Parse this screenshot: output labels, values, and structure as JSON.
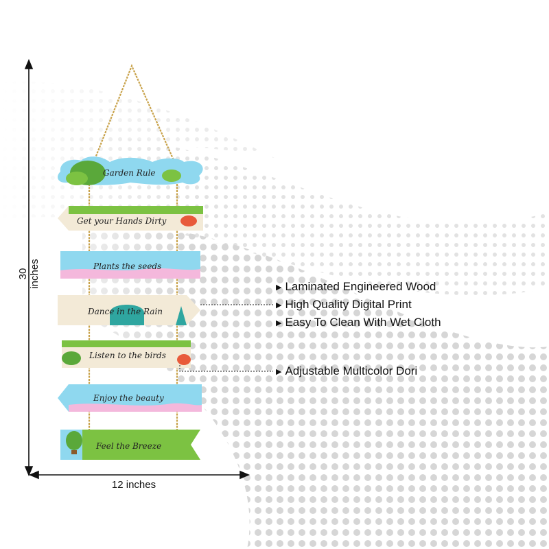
{
  "signs": [
    "Garden Rule",
    "Get your Hands Dirty",
    "Plants the seeds",
    "Dance in the Rain",
    "Listen to the birds",
    "Enjoy the beauty",
    "Feel the Breeze"
  ],
  "dimensions": {
    "height": "30 inches",
    "width": "12 inches"
  },
  "features": [
    "Laminated Engineered Wood",
    "High Quality Digital Print",
    "Easy To Clean With Wet Cloth",
    "Adjustable Multicolor Dori"
  ],
  "colors": {
    "sky": "#8fd8ef",
    "grass": "#7cc242",
    "cream": "#f3ead7",
    "pink": "#f4b8dc",
    "rope": "#c8a24a",
    "teal": "#2fa6a0"
  }
}
